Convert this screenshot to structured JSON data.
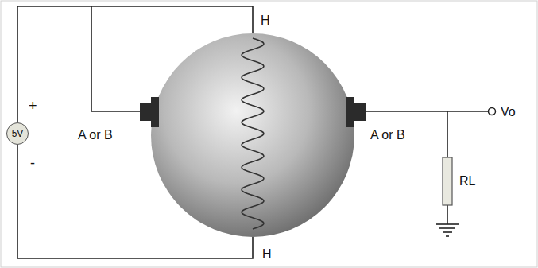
{
  "diagram": {
    "nodes": [
      {
        "text": [
          "5V"
        ]
      }
    ],
    "edges": [],
    "labels": [
      "H",
      "H",
      "+",
      "-",
      "A or B",
      "A or B",
      "Vo",
      "RL"
    ]
  }
}
